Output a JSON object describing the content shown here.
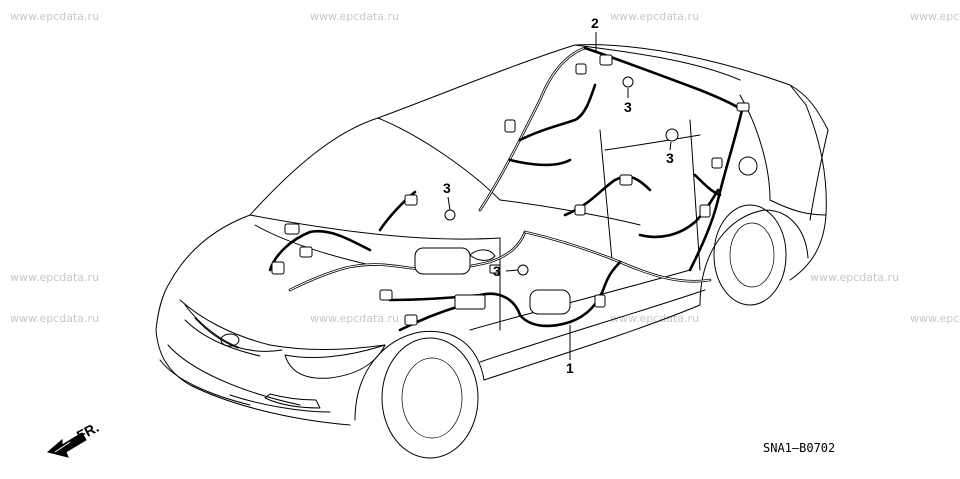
{
  "watermark": "www.epcdata.ru",
  "watermark_partial": "www.epc",
  "callouts": {
    "harness_main": "1",
    "harness_roof": "2",
    "clip": "3"
  },
  "front_label": "FR.",
  "diagram_code": "SNA1—B0702"
}
